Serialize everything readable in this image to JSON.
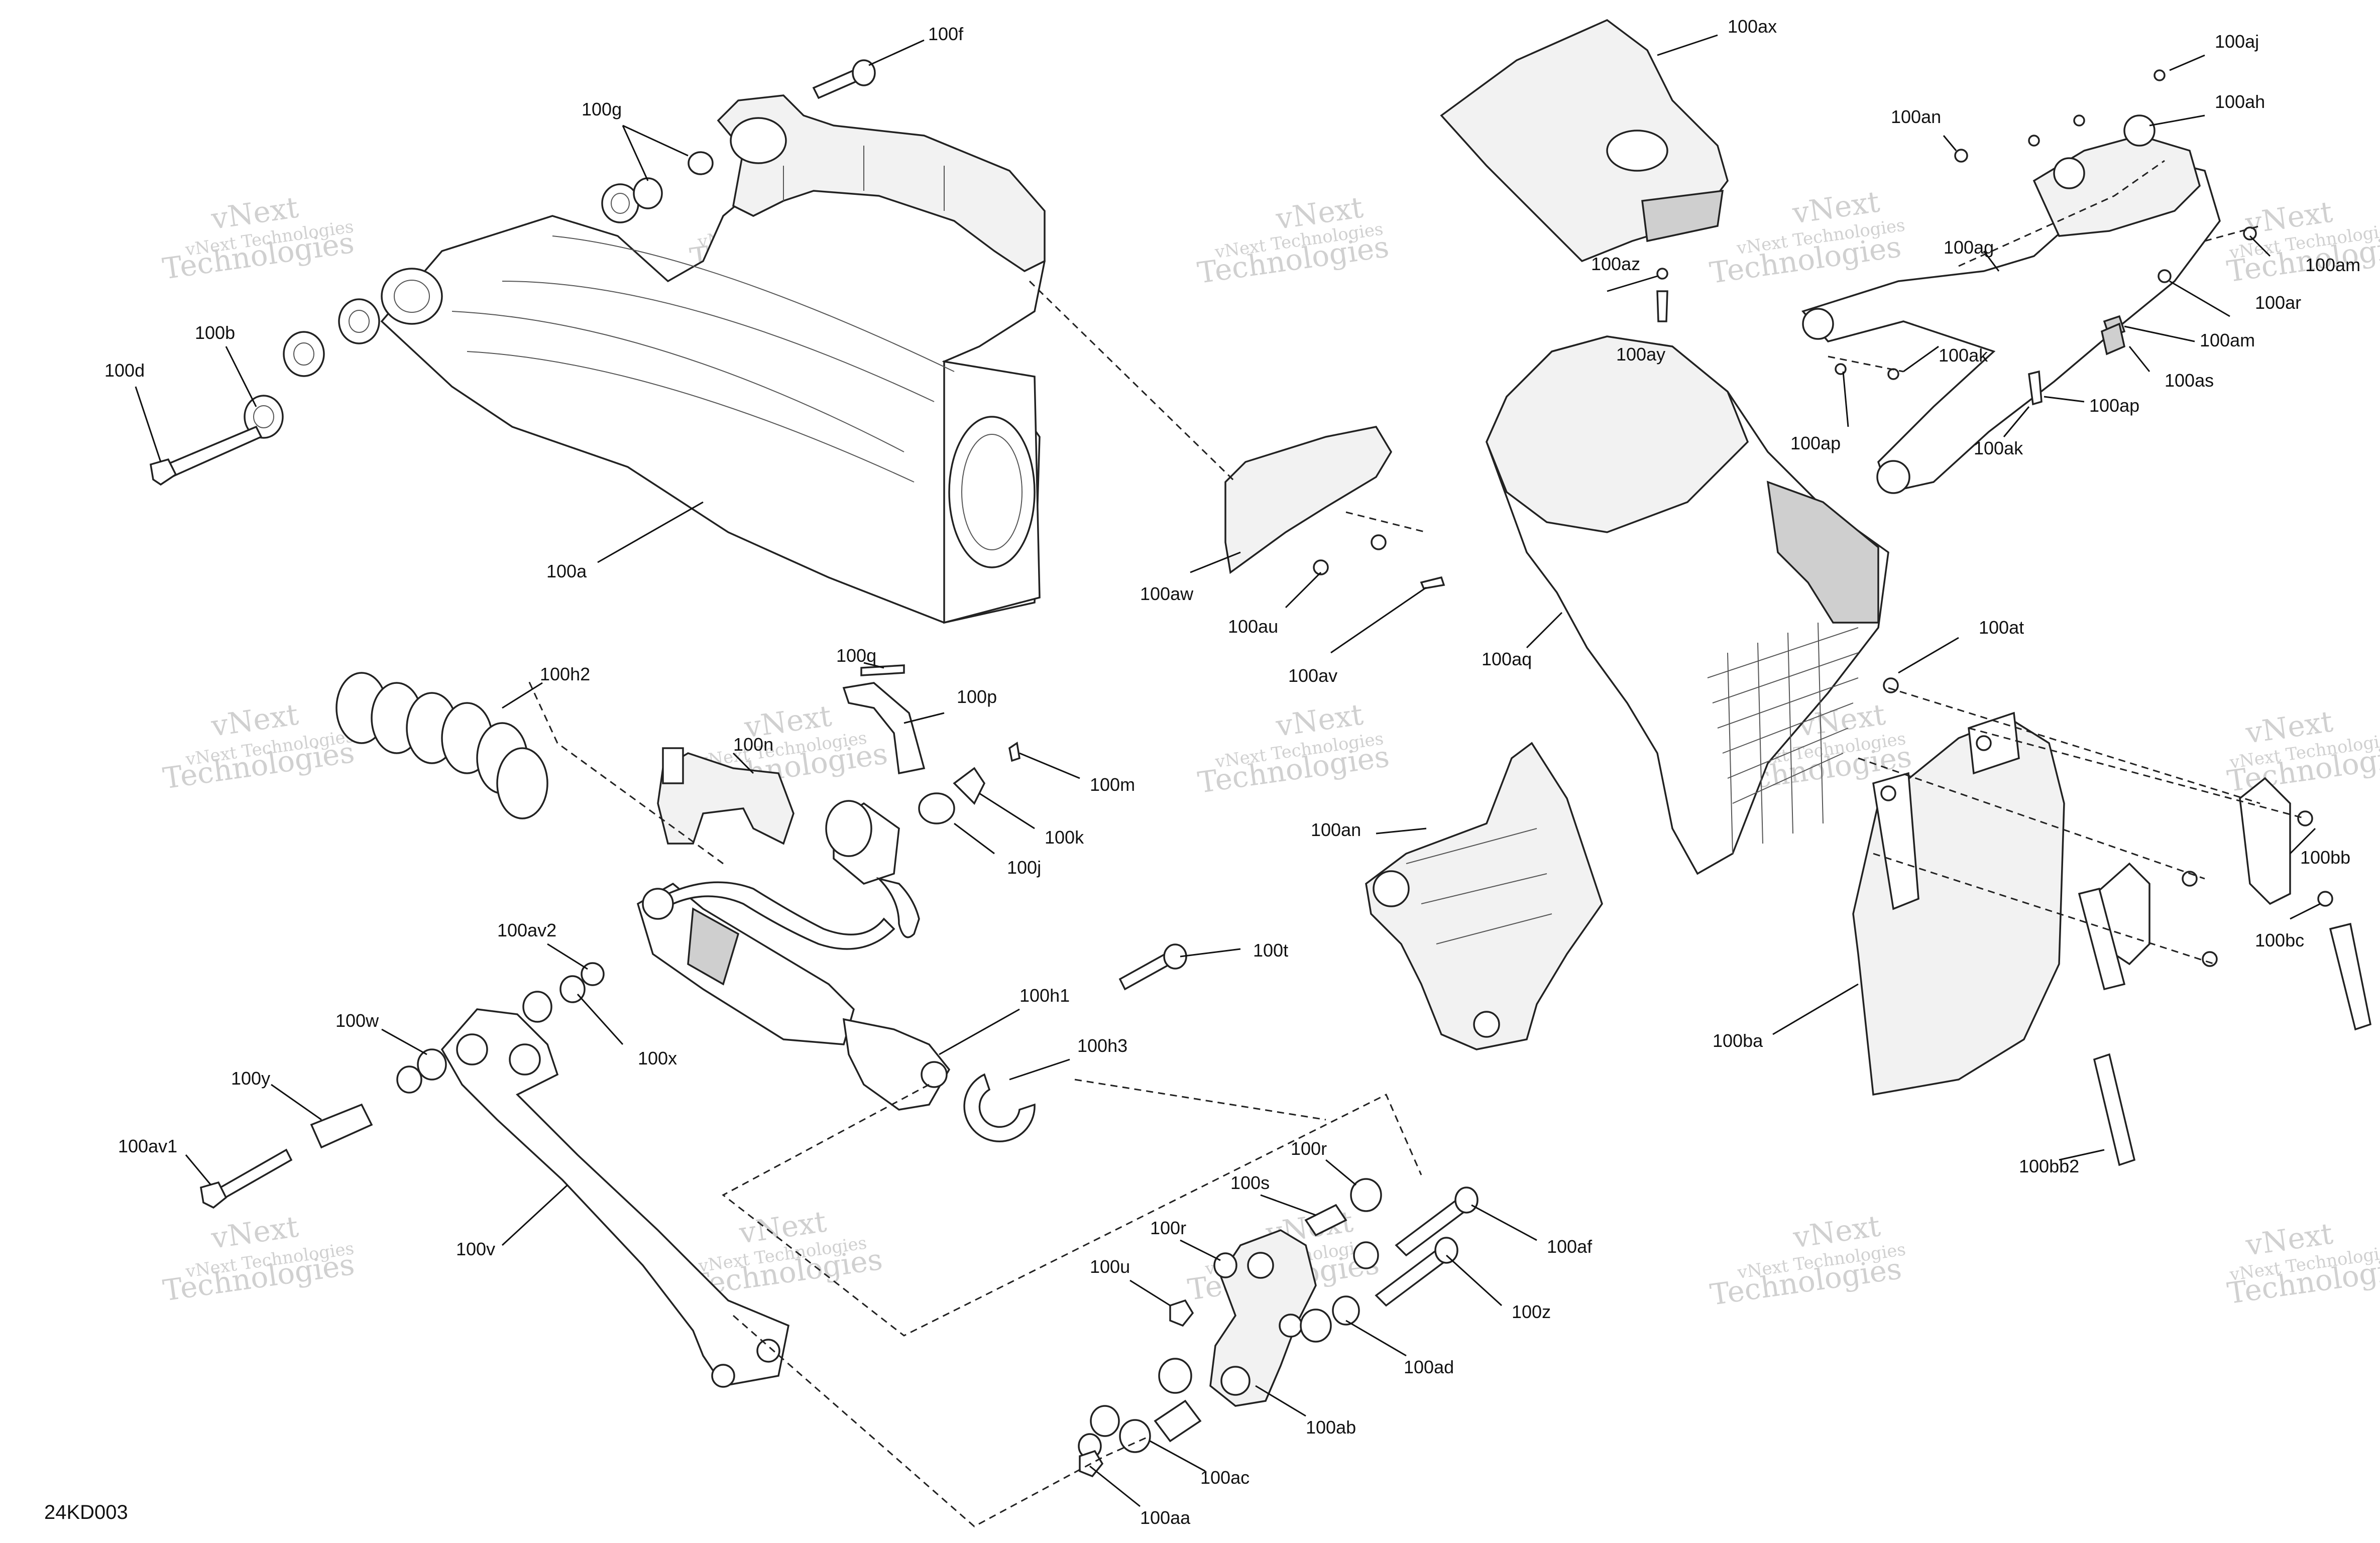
{
  "diagram_code": "24KD003",
  "watermark": {
    "line1": "vNext",
    "line2": "Technologies",
    "small": "vNext Technologies"
  },
  "callouts": [
    {
      "id": "100f",
      "label": "100f"
    },
    {
      "id": "100g",
      "label": "100g"
    },
    {
      "id": "100b",
      "label": "100b"
    },
    {
      "id": "100d",
      "label": "100d"
    },
    {
      "id": "100a",
      "label": "100a"
    },
    {
      "id": "100ax",
      "label": "100ax"
    },
    {
      "id": "100aj",
      "label": "100aj"
    },
    {
      "id": "100ah",
      "label": "100ah"
    },
    {
      "id": "100an_top",
      "label": "100an"
    },
    {
      "id": "100ag",
      "label": "100ag"
    },
    {
      "id": "100am",
      "label": "100am"
    },
    {
      "id": "100ar",
      "label": "100ar"
    },
    {
      "id": "100az",
      "label": "100az"
    },
    {
      "id": "100ay",
      "label": "100ay"
    },
    {
      "id": "100ak_1",
      "label": "100ak"
    },
    {
      "id": "100am_2",
      "label": "100am"
    },
    {
      "id": "100as",
      "label": "100as"
    },
    {
      "id": "100ap_1",
      "label": "100ap"
    },
    {
      "id": "100ap_2",
      "label": "100ap"
    },
    {
      "id": "100ak_2",
      "label": "100ak"
    },
    {
      "id": "100aw",
      "label": "100aw"
    },
    {
      "id": "100au",
      "label": "100au"
    },
    {
      "id": "100av",
      "label": "100av"
    },
    {
      "id": "100aq",
      "label": "100aq"
    },
    {
      "id": "100at",
      "label": "100at"
    },
    {
      "id": "100h2",
      "label": "100h2"
    },
    {
      "id": "100q",
      "label": "100q"
    },
    {
      "id": "100p",
      "label": "100p"
    },
    {
      "id": "100n",
      "label": "100n"
    },
    {
      "id": "100m",
      "label": "100m"
    },
    {
      "id": "100k",
      "label": "100k"
    },
    {
      "id": "100j",
      "label": "100j"
    },
    {
      "id": "100an",
      "label": "100an"
    },
    {
      "id": "100bb",
      "label": "100bb"
    },
    {
      "id": "100bc",
      "label": "100bc"
    },
    {
      "id": "100ba",
      "label": "100ba"
    },
    {
      "id": "100bb2",
      "label": "100bb2"
    },
    {
      "id": "100av2",
      "label": "100av2"
    },
    {
      "id": "100w",
      "label": "100w"
    },
    {
      "id": "100x",
      "label": "100x"
    },
    {
      "id": "100y",
      "label": "100y"
    },
    {
      "id": "100av1",
      "label": "100av1"
    },
    {
      "id": "100t",
      "label": "100t"
    },
    {
      "id": "100h1",
      "label": "100h1"
    },
    {
      "id": "100h3",
      "label": "100h3"
    },
    {
      "id": "100v",
      "label": "100v"
    },
    {
      "id": "100r_1",
      "label": "100r"
    },
    {
      "id": "100s",
      "label": "100s"
    },
    {
      "id": "100af",
      "label": "100af"
    },
    {
      "id": "100r_2",
      "label": "100r"
    },
    {
      "id": "100u",
      "label": "100u"
    },
    {
      "id": "100z",
      "label": "100z"
    },
    {
      "id": "100ad",
      "label": "100ad"
    },
    {
      "id": "100ab",
      "label": "100ab"
    },
    {
      "id": "100ac",
      "label": "100ac"
    },
    {
      "id": "100aa",
      "label": "100aa"
    }
  ]
}
